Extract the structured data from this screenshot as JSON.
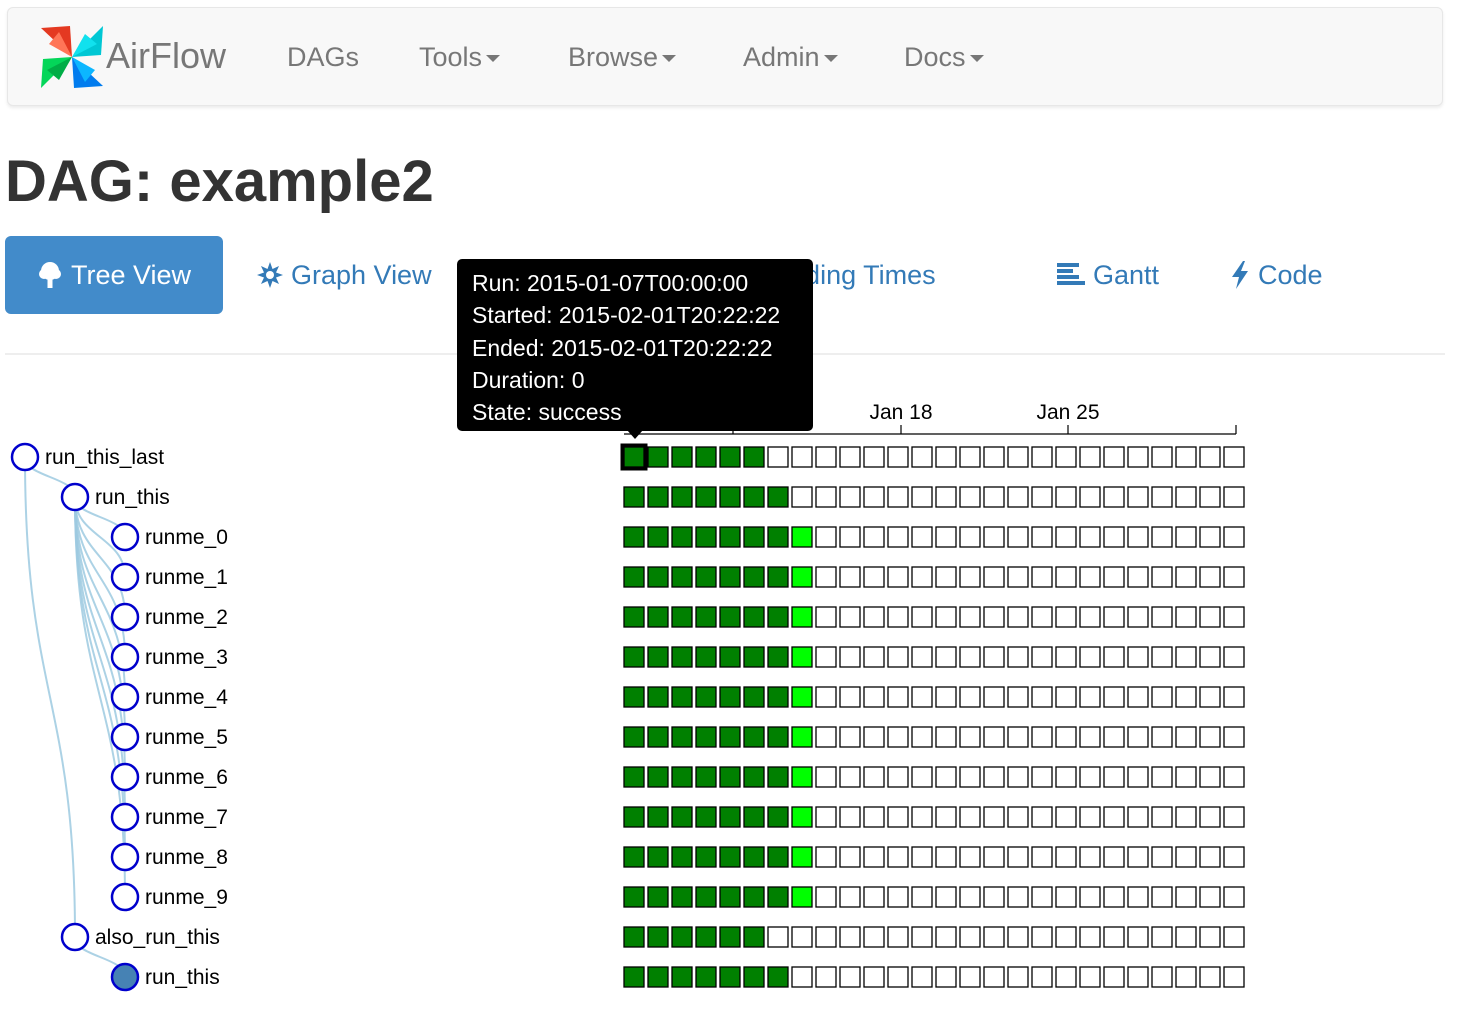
{
  "navbar": {
    "brand": "AirFlow",
    "logo_icon": "pinwheel-logo",
    "items": [
      {
        "label": "DAGs",
        "dropdown": false
      },
      {
        "label": "Tools",
        "dropdown": true
      },
      {
        "label": "Browse",
        "dropdown": true
      },
      {
        "label": "Admin",
        "dropdown": true
      },
      {
        "label": "Docs",
        "dropdown": true
      }
    ]
  },
  "page": {
    "title": "DAG: example2"
  },
  "tabs": [
    {
      "label": "Tree View",
      "icon": "tree-icon",
      "active": true
    },
    {
      "label": "Graph View",
      "icon": "gear-icon",
      "active": false
    },
    {
      "label": "Landing Times",
      "icon": "",
      "active": false
    },
    {
      "label": "Gantt",
      "icon": "align-left-icon",
      "active": false
    },
    {
      "label": "Code",
      "icon": "flash-icon",
      "active": false
    }
  ],
  "tooltip": {
    "run": "Run: 2015-01-07T00:00:00",
    "started": "Started: 2015-02-01T20:22:22",
    "ended": "Ended: 2015-02-01T20:22:22",
    "duration": "Duration: 0",
    "state": "State: success"
  },
  "timeline": {
    "ticks": [
      "Jan 18",
      "Jan 25"
    ]
  },
  "colors": {
    "success": "#008000",
    "running": "#00ff00",
    "no_status": "#ffffff",
    "node_stroke": "#0000cc",
    "node_fill_selected": "#4682b4",
    "active_tab": "#428bca",
    "link": "#337ab7"
  },
  "tree": {
    "columns": 26,
    "tasks": [
      {
        "label": "run_this_last",
        "depth": 0,
        "states": [
          "success",
          "success",
          "success",
          "success",
          "success",
          "success",
          "none",
          "none",
          "none",
          "none",
          "none",
          "none",
          "none",
          "none",
          "none",
          "none",
          "none",
          "none",
          "none",
          "none",
          "none",
          "none",
          "none",
          "none",
          "none",
          "none"
        ]
      },
      {
        "label": "run_this",
        "depth": 1,
        "states": [
          "success",
          "success",
          "success",
          "success",
          "success",
          "success",
          "success",
          "none",
          "none",
          "none",
          "none",
          "none",
          "none",
          "none",
          "none",
          "none",
          "none",
          "none",
          "none",
          "none",
          "none",
          "none",
          "none",
          "none",
          "none",
          "none"
        ]
      },
      {
        "label": "runme_0",
        "depth": 2,
        "states": [
          "success",
          "success",
          "success",
          "success",
          "success",
          "success",
          "success",
          "running",
          "none",
          "none",
          "none",
          "none",
          "none",
          "none",
          "none",
          "none",
          "none",
          "none",
          "none",
          "none",
          "none",
          "none",
          "none",
          "none",
          "none",
          "none"
        ]
      },
      {
        "label": "runme_1",
        "depth": 2,
        "states": [
          "success",
          "success",
          "success",
          "success",
          "success",
          "success",
          "success",
          "running",
          "none",
          "none",
          "none",
          "none",
          "none",
          "none",
          "none",
          "none",
          "none",
          "none",
          "none",
          "none",
          "none",
          "none",
          "none",
          "none",
          "none",
          "none"
        ]
      },
      {
        "label": "runme_2",
        "depth": 2,
        "states": [
          "success",
          "success",
          "success",
          "success",
          "success",
          "success",
          "success",
          "running",
          "none",
          "none",
          "none",
          "none",
          "none",
          "none",
          "none",
          "none",
          "none",
          "none",
          "none",
          "none",
          "none",
          "none",
          "none",
          "none",
          "none",
          "none"
        ]
      },
      {
        "label": "runme_3",
        "depth": 2,
        "states": [
          "success",
          "success",
          "success",
          "success",
          "success",
          "success",
          "success",
          "running",
          "none",
          "none",
          "none",
          "none",
          "none",
          "none",
          "none",
          "none",
          "none",
          "none",
          "none",
          "none",
          "none",
          "none",
          "none",
          "none",
          "none",
          "none"
        ]
      },
      {
        "label": "runme_4",
        "depth": 2,
        "states": [
          "success",
          "success",
          "success",
          "success",
          "success",
          "success",
          "success",
          "running",
          "none",
          "none",
          "none",
          "none",
          "none",
          "none",
          "none",
          "none",
          "none",
          "none",
          "none",
          "none",
          "none",
          "none",
          "none",
          "none",
          "none",
          "none"
        ]
      },
      {
        "label": "runme_5",
        "depth": 2,
        "states": [
          "success",
          "success",
          "success",
          "success",
          "success",
          "success",
          "success",
          "running",
          "none",
          "none",
          "none",
          "none",
          "none",
          "none",
          "none",
          "none",
          "none",
          "none",
          "none",
          "none",
          "none",
          "none",
          "none",
          "none",
          "none",
          "none"
        ]
      },
      {
        "label": "runme_6",
        "depth": 2,
        "states": [
          "success",
          "success",
          "success",
          "success",
          "success",
          "success",
          "success",
          "running",
          "none",
          "none",
          "none",
          "none",
          "none",
          "none",
          "none",
          "none",
          "none",
          "none",
          "none",
          "none",
          "none",
          "none",
          "none",
          "none",
          "none",
          "none"
        ]
      },
      {
        "label": "runme_7",
        "depth": 2,
        "states": [
          "success",
          "success",
          "success",
          "success",
          "success",
          "success",
          "success",
          "running",
          "none",
          "none",
          "none",
          "none",
          "none",
          "none",
          "none",
          "none",
          "none",
          "none",
          "none",
          "none",
          "none",
          "none",
          "none",
          "none",
          "none",
          "none"
        ]
      },
      {
        "label": "runme_8",
        "depth": 2,
        "states": [
          "success",
          "success",
          "success",
          "success",
          "success",
          "success",
          "success",
          "running",
          "none",
          "none",
          "none",
          "none",
          "none",
          "none",
          "none",
          "none",
          "none",
          "none",
          "none",
          "none",
          "none",
          "none",
          "none",
          "none",
          "none",
          "none"
        ]
      },
      {
        "label": "runme_9",
        "depth": 2,
        "states": [
          "success",
          "success",
          "success",
          "success",
          "success",
          "success",
          "success",
          "running",
          "none",
          "none",
          "none",
          "none",
          "none",
          "none",
          "none",
          "none",
          "none",
          "none",
          "none",
          "none",
          "none",
          "none",
          "none",
          "none",
          "none",
          "none"
        ]
      },
      {
        "label": "also_run_this",
        "depth": 1,
        "states": [
          "success",
          "success",
          "success",
          "success",
          "success",
          "success",
          "none",
          "none",
          "none",
          "none",
          "none",
          "none",
          "none",
          "none",
          "none",
          "none",
          "none",
          "none",
          "none",
          "none",
          "none",
          "none",
          "none",
          "none",
          "none",
          "none"
        ]
      },
      {
        "label": "run_this",
        "depth": 2,
        "selected": true,
        "states": [
          "success",
          "success",
          "success",
          "success",
          "success",
          "success",
          "success",
          "none",
          "none",
          "none",
          "none",
          "none",
          "none",
          "none",
          "none",
          "none",
          "none",
          "none",
          "none",
          "none",
          "none",
          "none",
          "none",
          "none",
          "none",
          "none"
        ]
      }
    ]
  }
}
